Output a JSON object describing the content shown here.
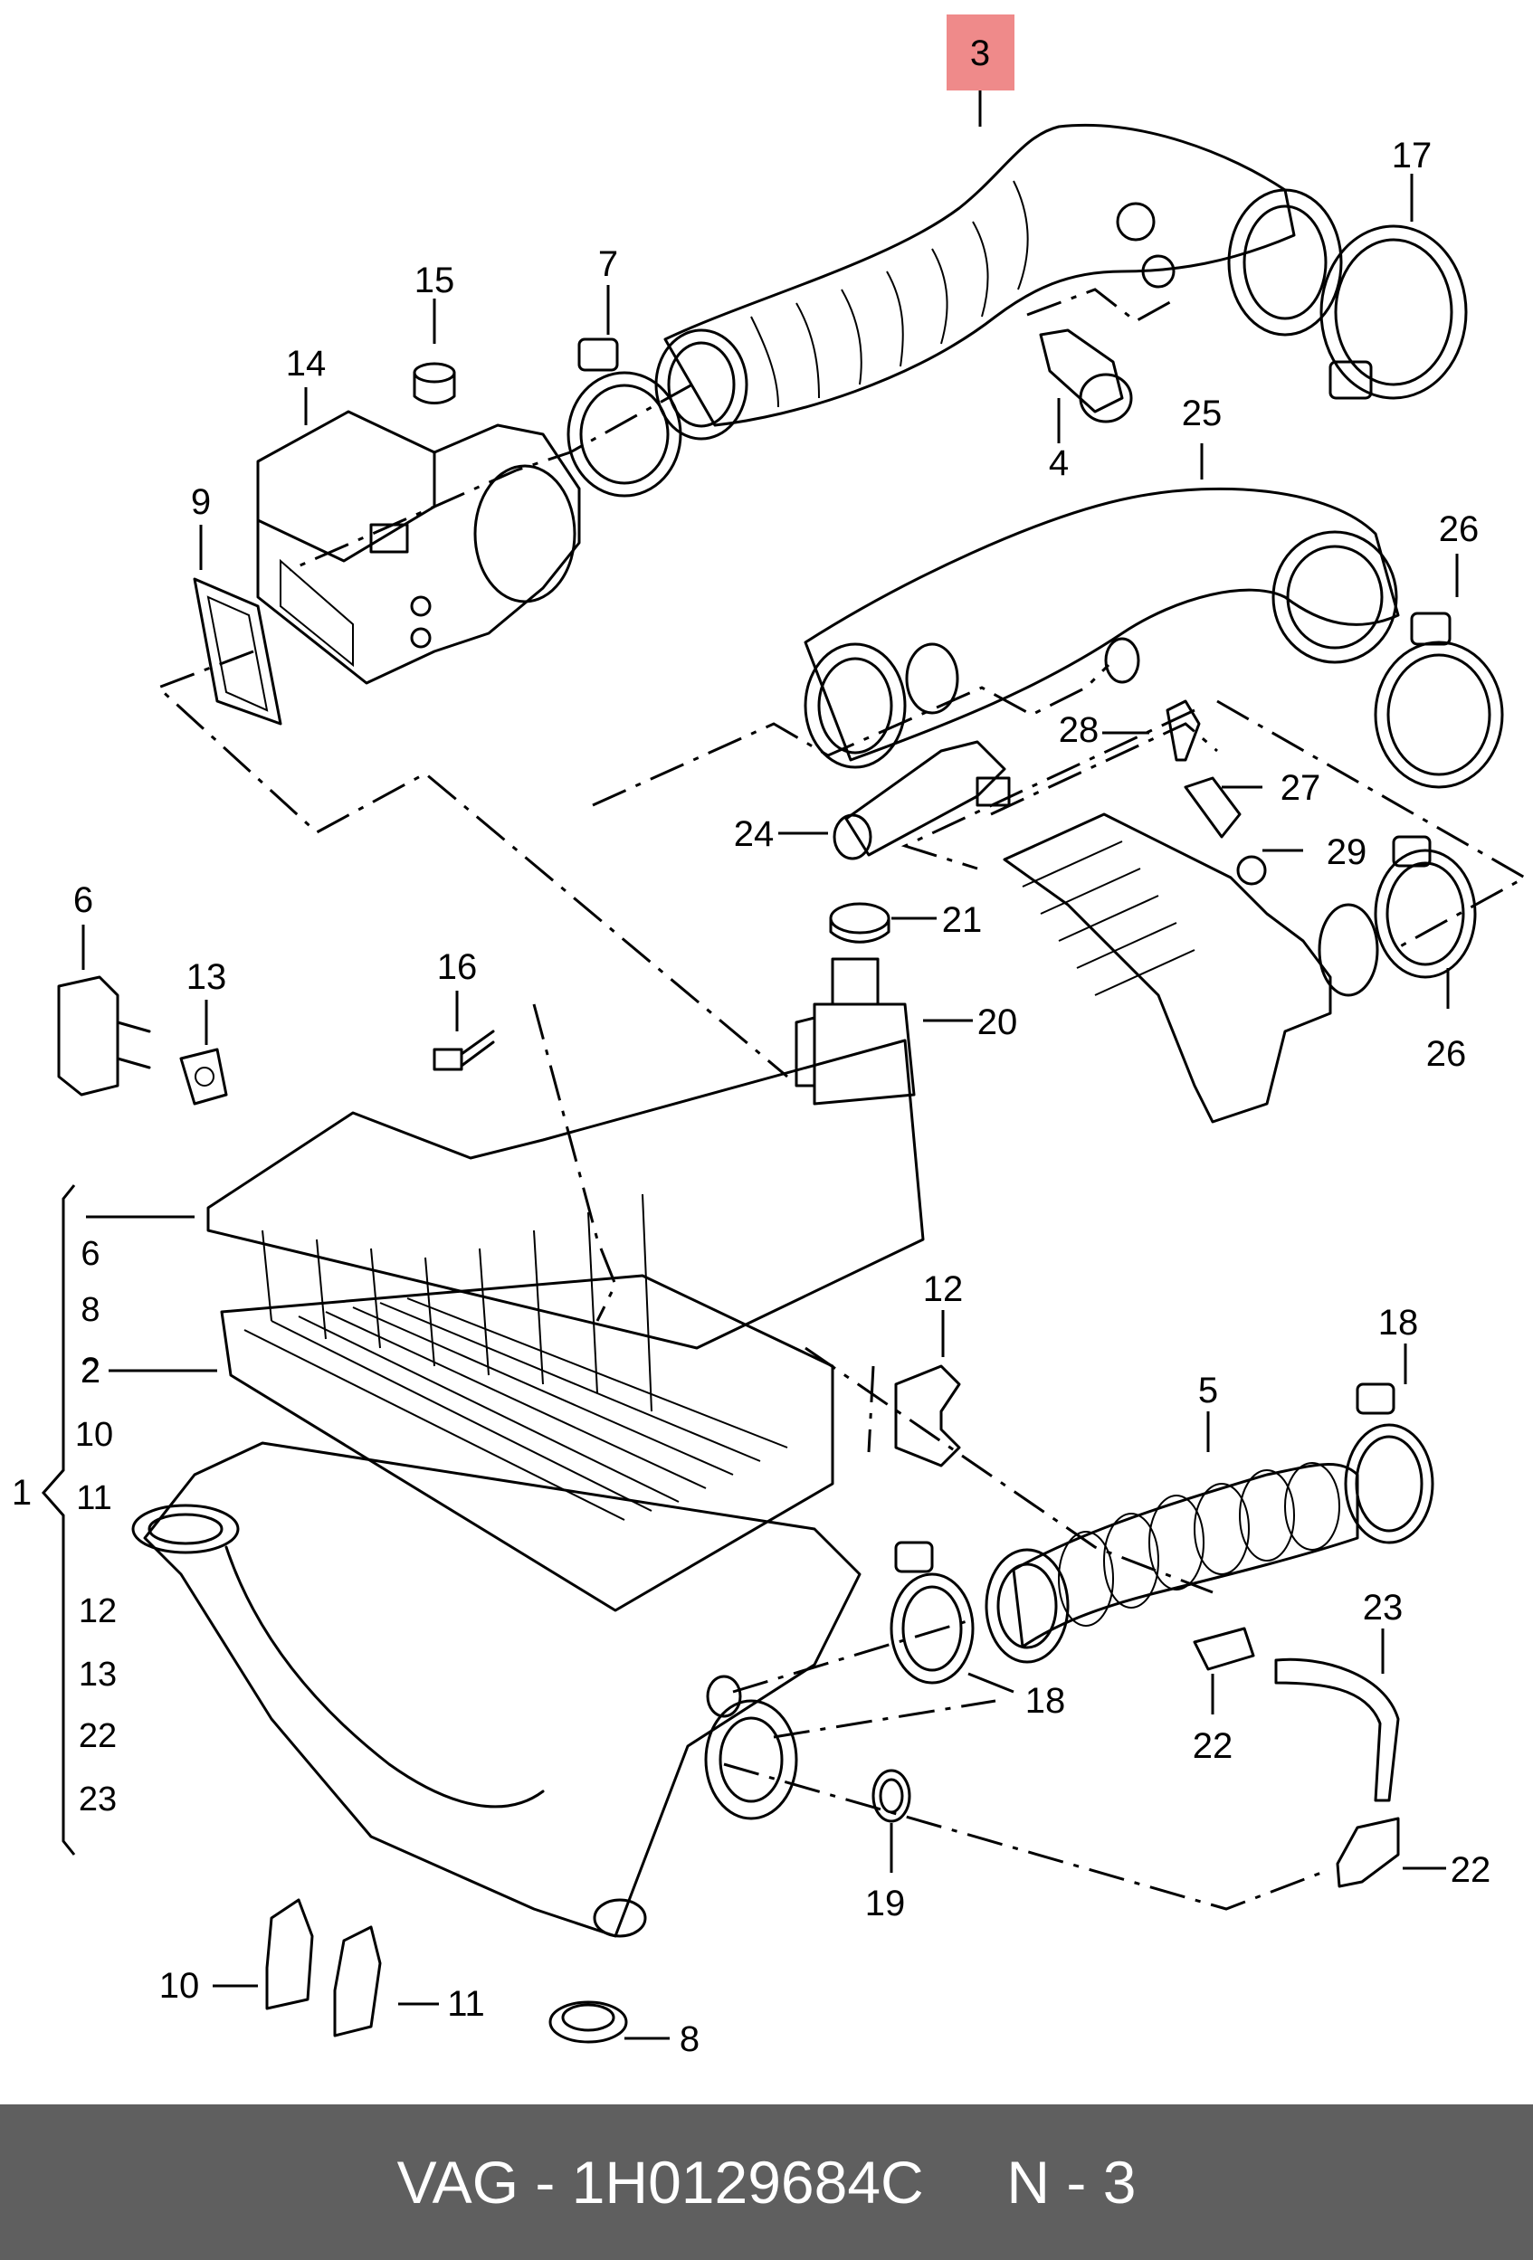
{
  "callouts": {
    "c1": "1",
    "c2": "2",
    "c3": "3",
    "c4": "4",
    "c5": "5",
    "c6": "6",
    "c7": "7",
    "c8": "8",
    "c9": "9",
    "c10": "10",
    "c11": "11",
    "c12": "12",
    "c13": "13",
    "c14": "14",
    "c15": "15",
    "c16": "16",
    "c17": "17",
    "c18": "18",
    "c19": "19",
    "c20": "20",
    "c21": "21",
    "c22": "22",
    "c23": "23",
    "c24": "24",
    "c25": "25",
    "c26": "26",
    "c27": "27",
    "c28": "28",
    "c29": "29"
  },
  "kit_list": [
    "6",
    "8",
    "2",
    "10",
    "11",
    "12",
    "13",
    "22",
    "23"
  ],
  "highlight": {
    "part": "3",
    "color": "#ef8a8a"
  },
  "footer": {
    "brand": "VAG",
    "separator": "-",
    "part_number": "1H0129684C",
    "position": "N - 3",
    "background": "#5f5f5f",
    "text_color": "#ffffff"
  }
}
